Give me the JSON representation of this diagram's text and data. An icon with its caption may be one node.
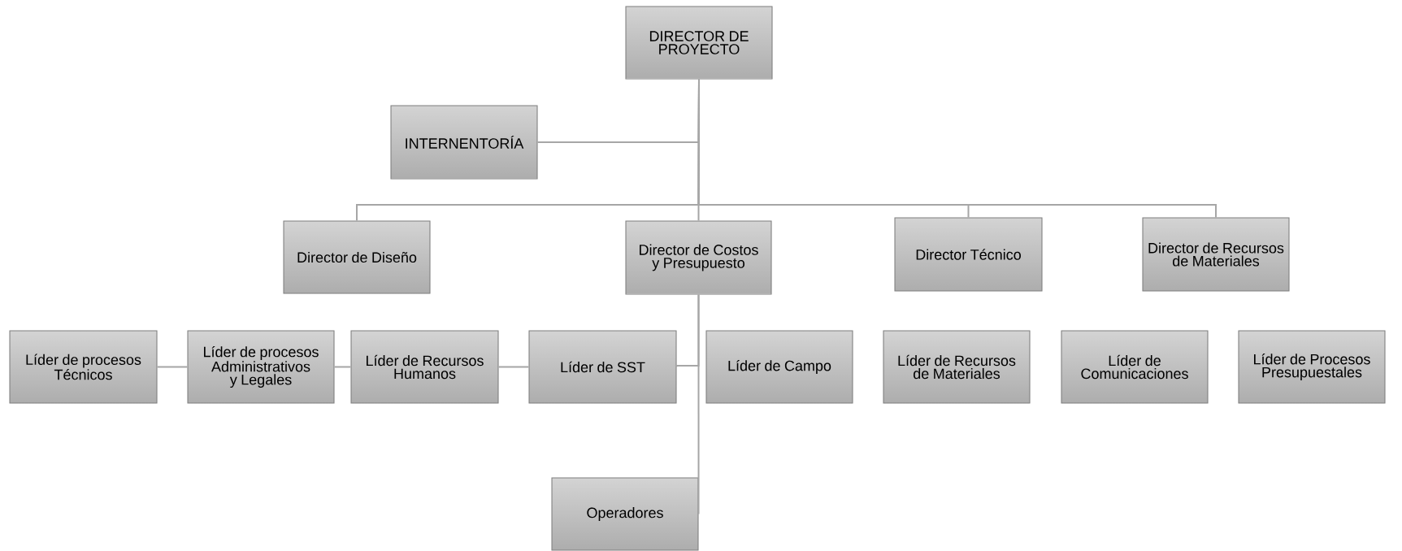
{
  "diagram": {
    "nodes": [
      {
        "text": [
          "DIRECTOR DE PROYECTO"
        ]
      },
      {
        "text": [
          "INTERNENTORÍA"
        ]
      },
      {
        "text": [
          "Director de Diseño"
        ]
      },
      {
        "text": [
          "Director de Costos y Presupuesto"
        ]
      },
      {
        "text": [
          "Director Técnico"
        ]
      },
      {
        "text": [
          "Director de Recursos de Materiales"
        ]
      },
      {
        "text": [
          "Líder de procesos Técnicos"
        ]
      },
      {
        "text": [
          "Líder de procesos Administrativos y Legales"
        ]
      },
      {
        "text": [
          "Líder de Recursos Humanos"
        ]
      },
      {
        "text": [
          "Líder de SST"
        ]
      },
      {
        "text": [
          "Líder de Campo"
        ]
      },
      {
        "text": [
          "Líder de Recursos de Materiales"
        ]
      },
      {
        "text": [
          "Líder de Comunicaciones"
        ]
      },
      {
        "text": [
          "Líder de Procesos Presupuestales"
        ]
      },
      {
        "text": [
          "Operadores"
        ]
      }
    ],
    "edges": [
      {
        "from": 0,
        "to": 1,
        "arrow": "none"
      },
      {
        "from": 0,
        "to": 2,
        "arrow": "none"
      },
      {
        "from": 0,
        "to": 3,
        "arrow": "none"
      },
      {
        "from": 0,
        "to": 4,
        "arrow": "none"
      },
      {
        "from": 0,
        "to": 5,
        "arrow": "none"
      },
      {
        "from": 3,
        "to": 9,
        "arrow": "none"
      },
      {
        "from": 9,
        "to": 8,
        "arrow": "none"
      },
      {
        "from": 8,
        "to": 7,
        "arrow": "none"
      },
      {
        "from": 7,
        "to": 6,
        "arrow": "none"
      },
      {
        "from": 3,
        "to": 14,
        "arrow": "none"
      }
    ]
  }
}
